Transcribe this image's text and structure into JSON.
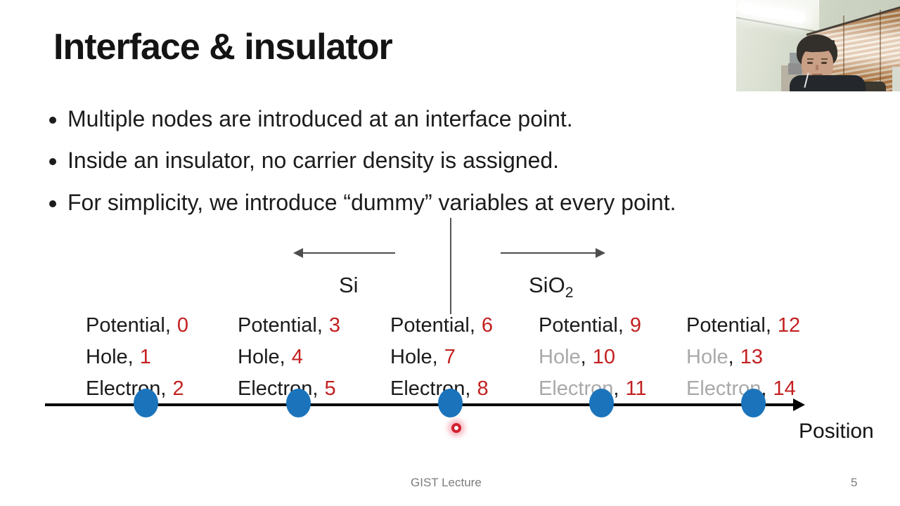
{
  "slide": {
    "title": "Interface & insulator",
    "bullets": [
      "Multiple nodes are introduced at an interface point.",
      "Inside an insulator, no carrier density is assigned.",
      "For simplicity, we introduce “dummy” variables at every point."
    ],
    "footer_left": "GIST Lecture",
    "footer_page": "5"
  },
  "diagram": {
    "region_left": "Si",
    "region_right_base": "SiO",
    "region_right_sub": "2",
    "axis_label": "Position",
    "comma": ",",
    "colors": {
      "node_fill": "#1b74bb",
      "number": "#c32020",
      "dim_label": "#a9a9a9",
      "axis": "#000000"
    },
    "nodes": [
      {
        "rows": [
          {
            "label": "Potential",
            "num": "0"
          },
          {
            "label": "Hole",
            "num": "1"
          },
          {
            "label": "Electron",
            "num": "2"
          }
        ]
      },
      {
        "rows": [
          {
            "label": "Potential",
            "num": "3"
          },
          {
            "label": "Hole",
            "num": "4"
          },
          {
            "label": "Electron",
            "num": "5"
          }
        ]
      },
      {
        "rows": [
          {
            "label": "Potential",
            "num": "6"
          },
          {
            "label": "Hole",
            "num": "7"
          },
          {
            "label": "Electron",
            "num": "8"
          }
        ]
      },
      {
        "rows": [
          {
            "label": "Potential",
            "num": "9"
          },
          {
            "label": "Hole",
            "num": "10",
            "dim": true
          },
          {
            "label": "Electron",
            "num": "11",
            "dim": true
          }
        ]
      },
      {
        "rows": [
          {
            "label": "Potential",
            "num": "12"
          },
          {
            "label": "Hole",
            "num": "13",
            "dim": true
          },
          {
            "label": "Electron",
            "num": "14",
            "dim": true
          }
        ]
      }
    ]
  }
}
